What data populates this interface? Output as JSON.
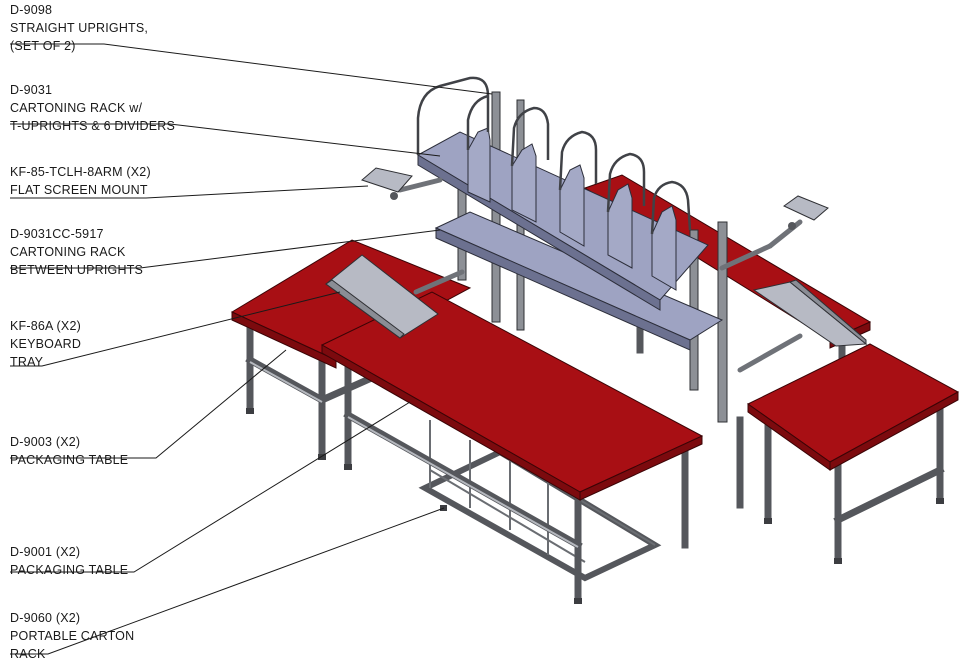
{
  "callouts": [
    {
      "lines": [
        "D-9098",
        "STRAIGHT UPRIGHTS,",
        "(SET OF 2)"
      ]
    },
    {
      "lines": [
        "D-9031",
        "CARTONING RACK w/",
        "T-UPRIGHTS & 6 DIVIDERS"
      ]
    },
    {
      "lines": [
        "KF-85-TCLH-8ARM (X2)",
        "FLAT SCREEN MOUNT"
      ]
    },
    {
      "lines": [
        "D-9031CC-5917",
        "CARTONING RACK",
        "BETWEEN UPRIGHTS"
      ]
    },
    {
      "lines": [
        "KF-86A (X2)",
        "KEYBOARD",
        "TRAY"
      ]
    },
    {
      "lines": [
        "D-9003 (X2)",
        "PACKAGING TABLE"
      ]
    },
    {
      "lines": [
        "D-9001 (X2)",
        "PACKAGING TABLE"
      ]
    },
    {
      "lines": [
        "D-9060 (X2)",
        "PORTABLE CARTON",
        "RACK"
      ]
    }
  ],
  "colors": {
    "table_top": "#a80f14",
    "frame": "#55575c",
    "shelf": "#9ea3c2"
  }
}
